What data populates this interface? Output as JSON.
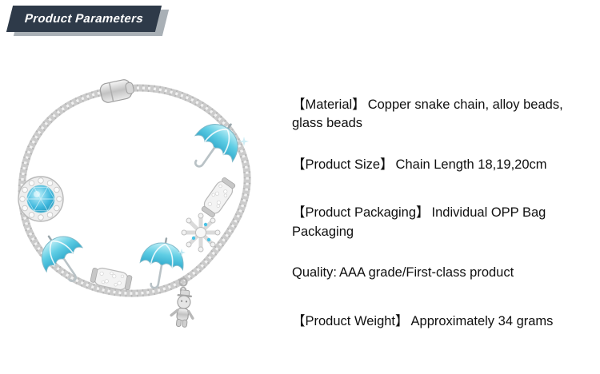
{
  "banner": {
    "title": "Product Parameters"
  },
  "product_image": {
    "description": "Silver snake chain charm bracelet with blue umbrella charms, white crystal spacer beads, a faceted blue glass bead, a snowflake charm and a dangling boy charm",
    "charms": [
      "lobster-clasp",
      "umbrella-charm",
      "blue-glass-bead",
      "crystal-spacer-bead",
      "snowflake-charm",
      "boy-dangle-charm"
    ]
  },
  "specs": {
    "items": [
      {
        "label": "【Material】",
        "value": "Copper snake chain, alloy beads, glass beads"
      },
      {
        "label": "【Product Size】",
        "value": "Chain Length 18,19,20cm"
      },
      {
        "label": "【Product Packaging】",
        "value": "Individual OPP Bag Packaging"
      },
      {
        "label": "Quality:",
        "value": "AAA grade/First-class product"
      },
      {
        "label": "【Product Weight】",
        "value": "Approximately 34 grams"
      }
    ]
  },
  "colors": {
    "ribbon": "#2e3a49",
    "ribbon_shadow": "#a9b0b6",
    "umbrella_blue": "#3db6d6",
    "text": "#101010",
    "background": "#ffffff"
  }
}
